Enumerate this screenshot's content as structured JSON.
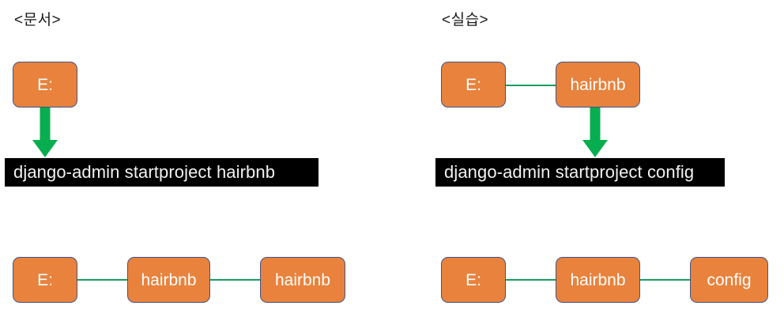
{
  "diagram": {
    "colors": {
      "node_fill": "#E8823C",
      "node_border": "#41548C",
      "node_text": "#FFFFFF",
      "arrow_green": "#06AE4F",
      "connector_green": "#179E5E",
      "command_bar_bg": "#000000",
      "command_bar_text": "#F2F2F2",
      "background": "#FFFFFF"
    },
    "panels": [
      {
        "id": "docs",
        "title": "<\u001c문서>",
        "title_text": "<문서>",
        "before": {
          "nodes": [
            {
              "label": "E:"
            }
          ]
        },
        "command": "django-admin startproject hairbnb",
        "after": {
          "nodes": [
            {
              "label": "E:"
            },
            {
              "label": "hairbnb"
            },
            {
              "label": "hairbnb"
            }
          ]
        }
      },
      {
        "id": "practice",
        "title": "<실습>",
        "title_text": "<실습>",
        "before": {
          "nodes": [
            {
              "label": "E:"
            },
            {
              "label": "hairbnb"
            }
          ]
        },
        "command": "django-admin startproject config",
        "after": {
          "nodes": [
            {
              "label": "E:"
            },
            {
              "label": "hairbnb"
            },
            {
              "label": "config"
            }
          ]
        }
      }
    ]
  }
}
